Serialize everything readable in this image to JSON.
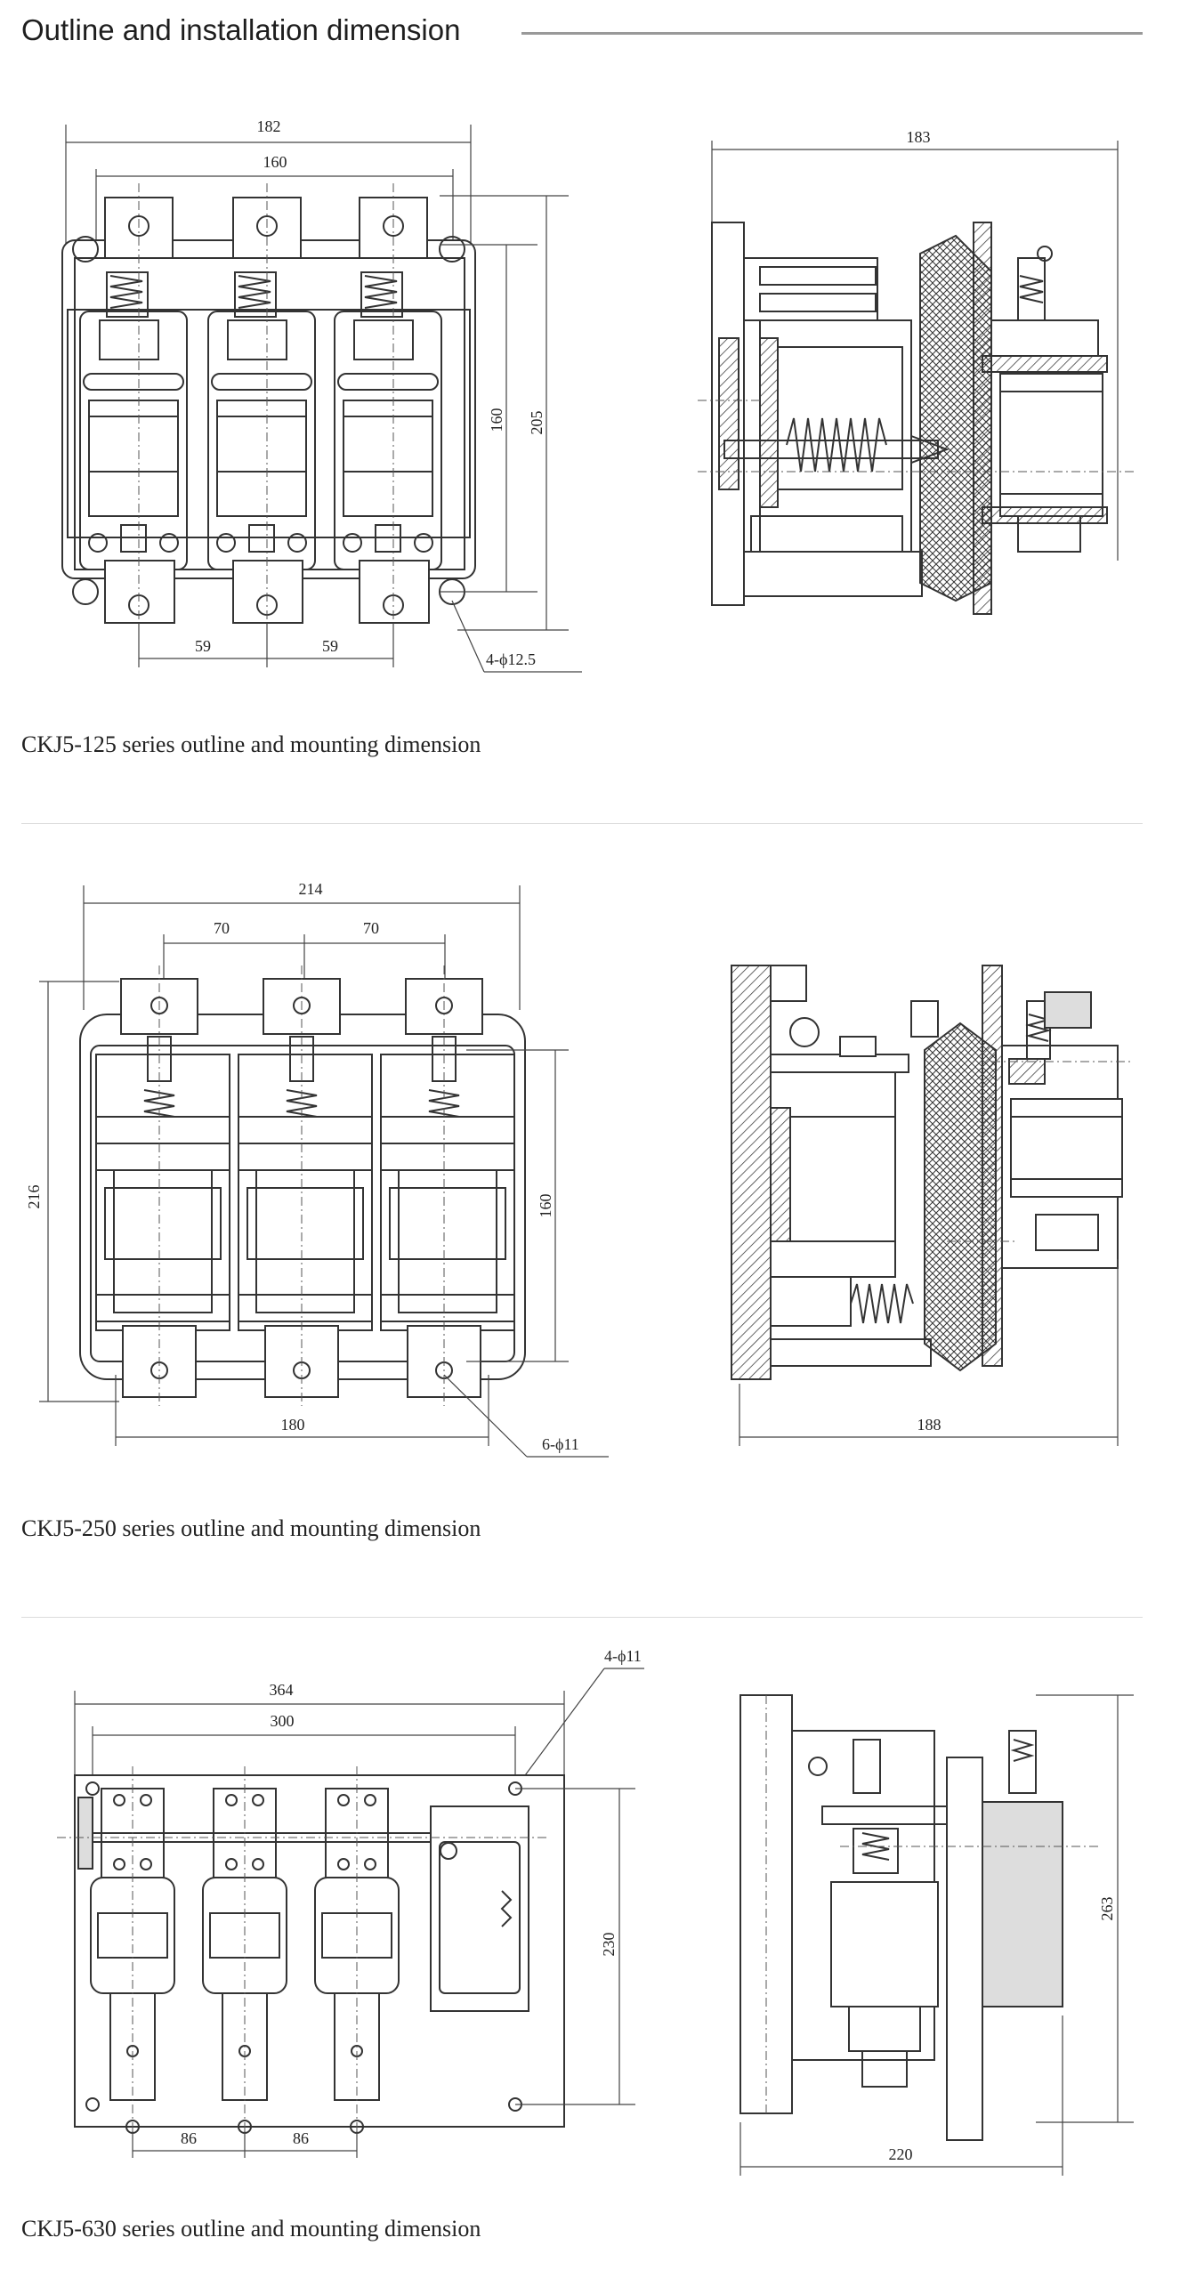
{
  "header": {
    "title": "Outline and installation dimension"
  },
  "sections": [
    {
      "caption": "CKJ5-125 series outline and mounting dimension",
      "front": {
        "width_overall": "182",
        "width_inner": "160",
        "height_inner": "160",
        "height_overall": "205",
        "pitch_left": "59",
        "pitch_right": "59",
        "holes": "4-ϕ12.5"
      },
      "side": {
        "depth": "183"
      }
    },
    {
      "caption": "CKJ5-250 series outline and mounting dimension",
      "front": {
        "width_overall": "214",
        "pitch_left": "70",
        "pitch_right": "70",
        "height_overall": "216",
        "height_inner": "160",
        "mount_width": "180",
        "holes": "6-ϕ11"
      },
      "side": {
        "depth": "188"
      }
    },
    {
      "caption": "CKJ5-630 series outline and mounting dimension",
      "front": {
        "holes": "4-ϕ11",
        "width_overall": "364",
        "width_inner": "300",
        "height_inner": "230",
        "pitch_left": "86",
        "pitch_right": "86"
      },
      "side": {
        "height": "263",
        "depth": "220"
      }
    }
  ]
}
